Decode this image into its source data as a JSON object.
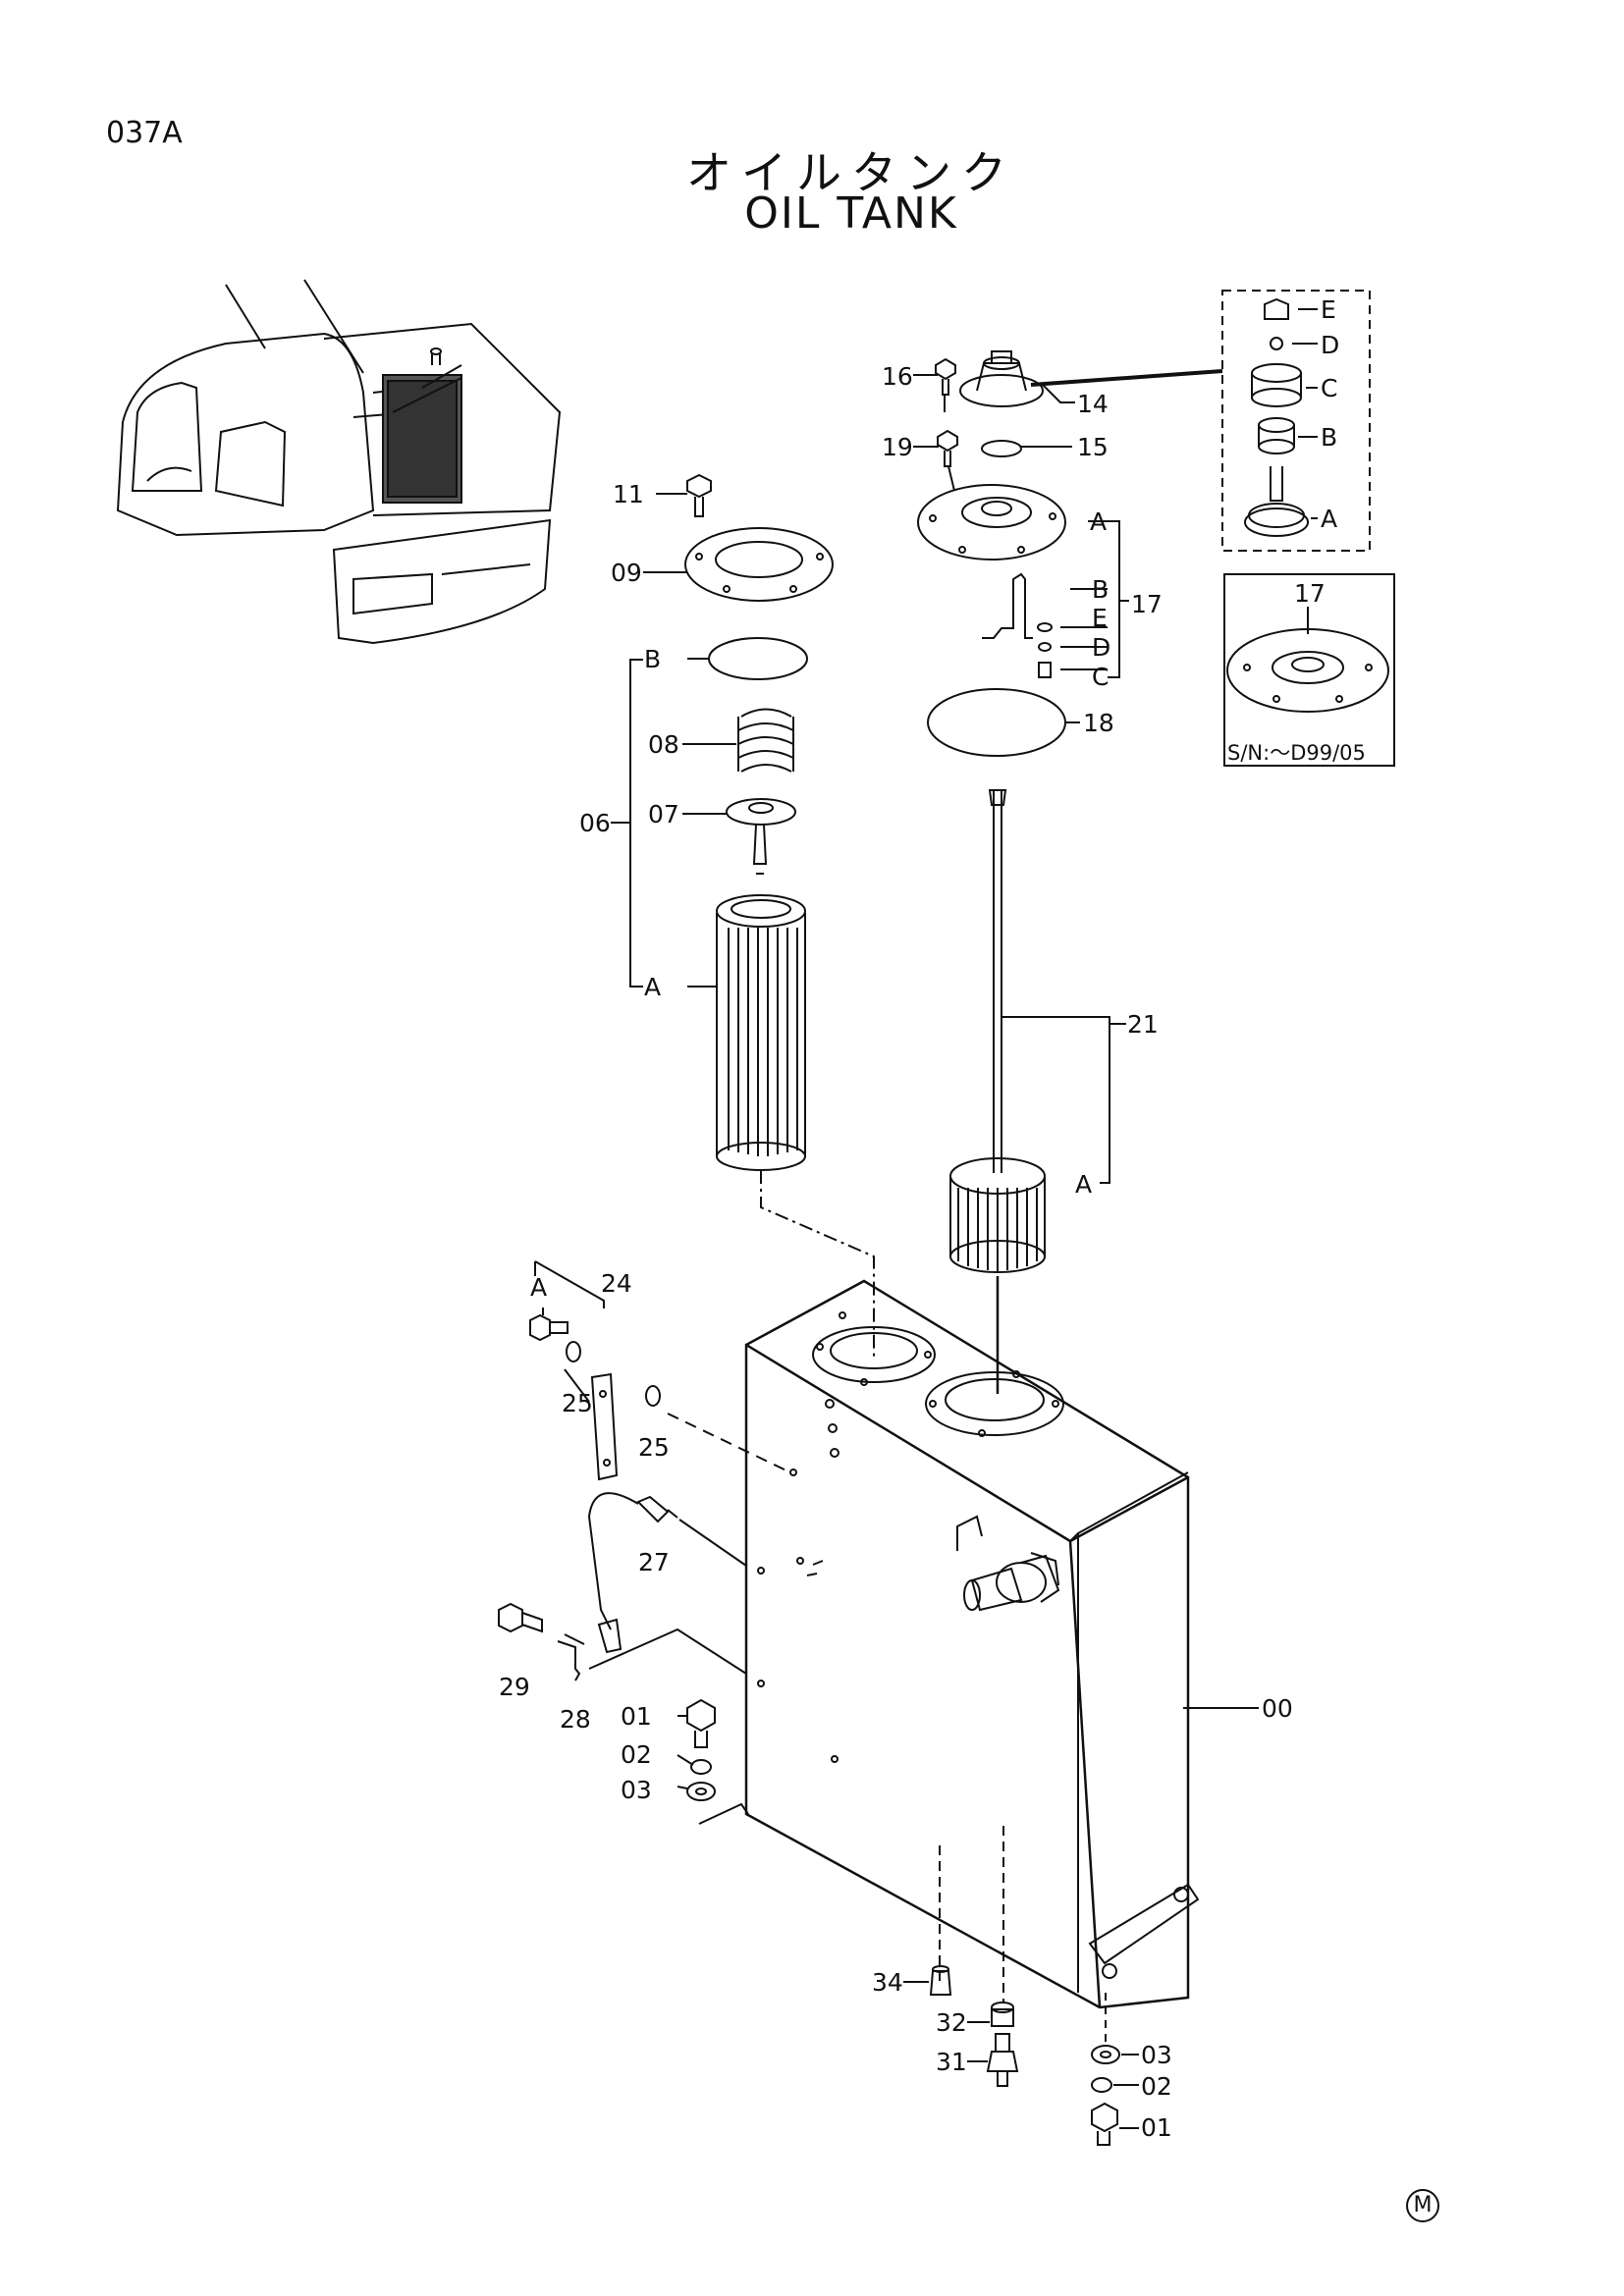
{
  "header": {
    "page_code": "037A",
    "title_jp": "オイルタンク",
    "title_en": "OIL TANK"
  },
  "labels": {
    "p00": "00",
    "p01": "01",
    "p02": "02",
    "p03": "03",
    "p06": "06",
    "p07": "07",
    "p08": "08",
    "p09": "09",
    "p11": "11",
    "p14": "14",
    "p15": "15",
    "p16": "16",
    "p17": "17",
    "p18": "18",
    "p19": "19",
    "p21": "21",
    "p24": "24",
    "p25": "25",
    "p27": "27",
    "p28": "28",
    "p29": "29",
    "p31": "31",
    "p32": "32",
    "p34": "34",
    "A": "A",
    "B": "B",
    "C": "C",
    "D": "D",
    "E": "E"
  },
  "inset": {
    "label": "17",
    "serial_note": "S/N:～D99/05"
  },
  "footer": {
    "mark": "M"
  }
}
